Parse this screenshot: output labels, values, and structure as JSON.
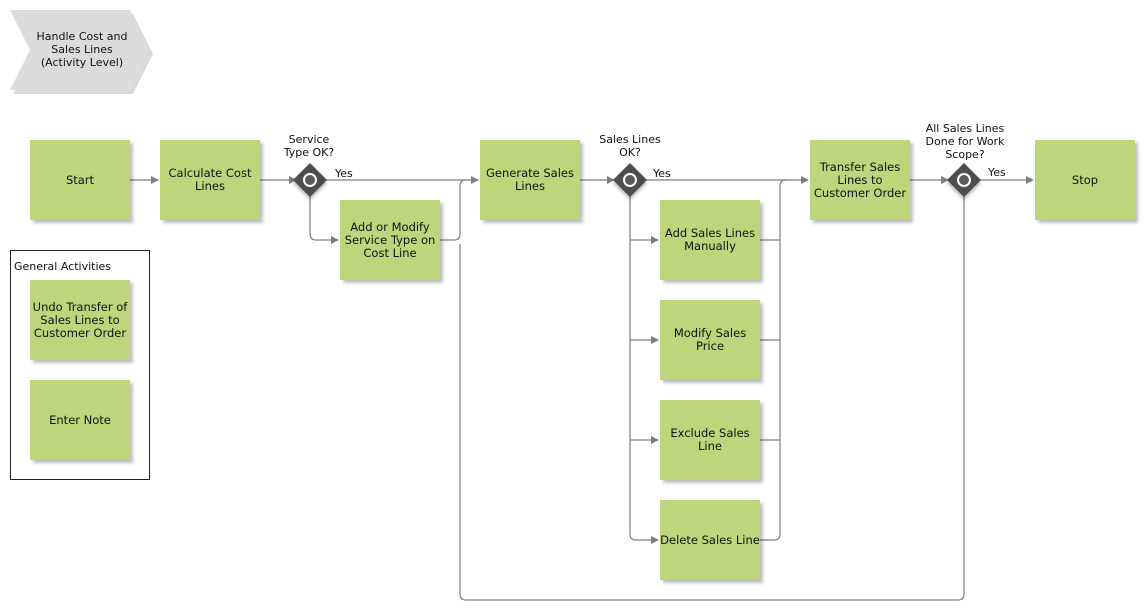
{
  "process_title": "Handle Cost and\nSales Lines\n(Activity Level)",
  "start": "Start",
  "stop": "Stop",
  "activities": {
    "calculate_cost_lines": "Calculate Cost\nLines",
    "add_modify_service_type": "Add or Modify\nService Type on\nCost Line",
    "generate_sales_lines": "Generate Sales\nLines",
    "add_sales_lines_manually": "Add Sales Lines\nManually",
    "modify_sales_price": "Modify Sales\nPrice",
    "exclude_sales_line": "Exclude Sales\nLine",
    "delete_sales_line": "Delete Sales Line",
    "transfer_sales_lines": "Transfer Sales\nLines to\nCustomer Order"
  },
  "gateways": {
    "service_type_ok": "Service\nType OK?",
    "sales_lines_ok": "Sales Lines\nOK?",
    "all_sales_lines_done": "All Sales Lines\nDone for Work\nScope?"
  },
  "labels": {
    "yes_1": "Yes",
    "yes_2": "Yes",
    "yes_3": "Yes"
  },
  "general_activities": {
    "title": "General Activities",
    "undo_transfer": "Undo Transfer of\nSales Lines to\nCustomer Order",
    "enter_note": "Enter Note"
  },
  "colors": {
    "activity_fill": "#bdd57b",
    "gateway_fill": "#4d4d4d",
    "connector": "#7f7f7f",
    "title_chevron": "#d9d9d9"
  }
}
